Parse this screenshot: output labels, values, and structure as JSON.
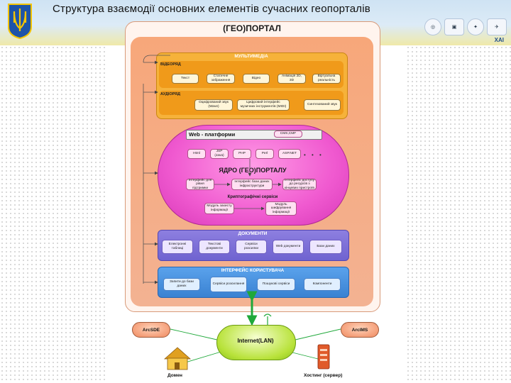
{
  "header": {
    "title": "Структура взаємодії основних елементів сучасних геопорталів",
    "khai": "ХАІ"
  },
  "partners": [
    {
      "icon": "globe-logo-icon"
    },
    {
      "icon": "university-logo-icon"
    },
    {
      "icon": "conference-logo-icon"
    },
    {
      "icon": "khai-logo-icon"
    }
  ],
  "portal": {
    "title": "(ГЕО)ПОРТАЛ"
  },
  "multimedia": {
    "title": "МУЛЬТИМЕДІА",
    "video_label": "ВІДЕОРЯД",
    "audio_label": "АУДІОРЯД",
    "video_items": [
      "Текст",
      "Статичне зображення",
      "Відео",
      "Анімація 2D, 3D",
      "Віртуальна реальність"
    ],
    "audio_items": [
      "Оцифрований звук (Wave)",
      "Цифровий інтерфейс музичних інструментів (MIDI)",
      "Синтезований звук"
    ]
  },
  "core": {
    "web_label": "Web - платформи",
    "cms_label": "CMS,CMF",
    "tech": [
      "Html",
      "JSP (Java)",
      "PHP",
      "Perl",
      "ASP.NET"
    ],
    "dots": "• • •",
    "title": "ЯДРО (ГЕО)ПОРТАЛУ",
    "functions": [
      "Інтерфейс для рівня підтримки",
      "Інтерфейс бази даних інфраструктури",
      "Інтерфейс доступу до ресурсів з кінцевих пристроїв"
    ],
    "crypto_label": "Криптографічні сервіси",
    "security": [
      "Модуль захисту інформації",
      "Модуль шифрування інформації"
    ]
  },
  "documents": {
    "title": "ДОКУМЕНТИ",
    "items": [
      "Електронні таблиці",
      "Текстові документи",
      "Сервіси розсилки",
      "Web документи",
      "Бази даних"
    ]
  },
  "user_interface": {
    "title": "ІНТЕРФЕЙС КОРИСТУВАЧА",
    "items": [
      "Запити до бази даних",
      "Сервіси розсилання",
      "Пошукові сервіси",
      "Компоненти"
    ]
  },
  "external": {
    "arcsde": "ArcSDE",
    "arcims": "ArcIMS",
    "internet": "Internet(LAN)",
    "home": "Домен",
    "hosting": "Хостинг (сервер)"
  },
  "colors": {
    "multimedia": "#f6b23a",
    "core": "#f05ad0",
    "documents": "#7a6cd8",
    "interface": "#4a8fe0",
    "link": "#1fa83a"
  }
}
